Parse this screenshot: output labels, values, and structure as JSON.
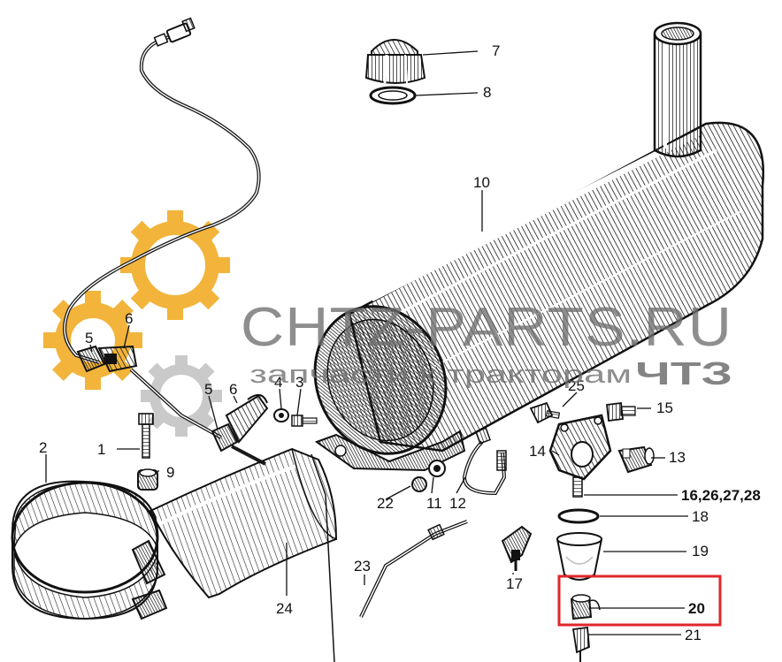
{
  "watermark": {
    "site": "CHTZ-PARTS.RU",
    "tagline": "запчасти к тракторам",
    "logo": "ЧТЗ",
    "gear_color": "#f2b43a",
    "text_color": "#6e6e6e"
  },
  "highlight": {
    "label": "20",
    "color": "#e0262b"
  },
  "labels": {
    "p1": "1",
    "p2": "2",
    "p3": "3",
    "p4": "4",
    "p5a": "5",
    "p5b": "5",
    "p6a": "6",
    "p6b": "6",
    "p7": "7",
    "p8": "8",
    "p9": "9",
    "p10": "10",
    "p11": "11",
    "p12": "12",
    "p13": "13",
    "p14": "14",
    "p15": "15",
    "p16": "16,26,27,28",
    "p17": "17",
    "p18": "18",
    "p19": "19",
    "p20": "20",
    "p21": "21",
    "p22": "22",
    "p23": "23",
    "p24": "24",
    "p25": "25"
  }
}
